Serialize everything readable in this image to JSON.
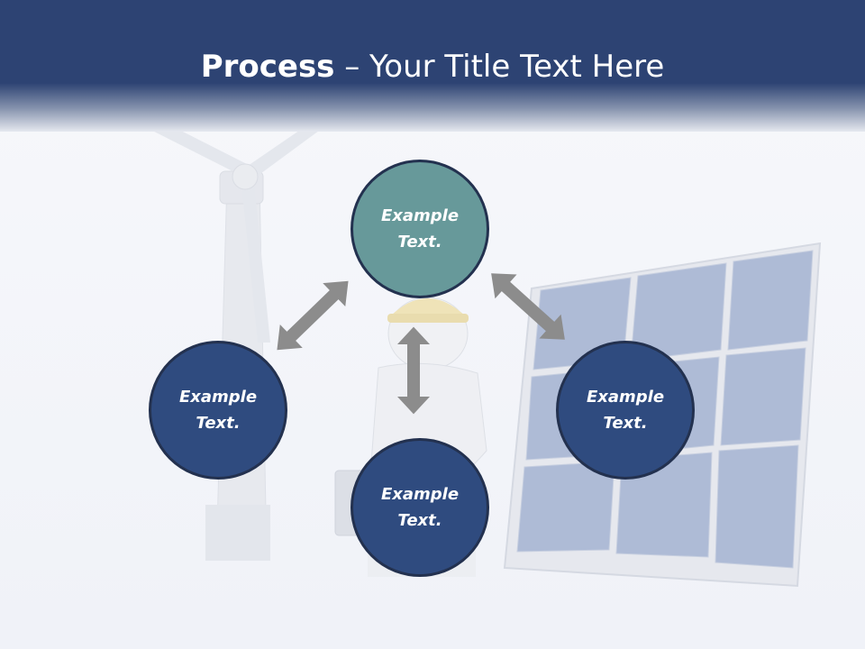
{
  "title": {
    "bold": "Process",
    "rest": " – Your Title Text Here"
  },
  "nodes": {
    "top": {
      "label": "Example Text."
    },
    "left": {
      "label": "Example Text."
    },
    "right": {
      "label": "Example Text."
    },
    "bottom": {
      "label": "Example Text."
    }
  },
  "colors": {
    "header": "#2d4373",
    "node_blue": "#2f4b7f",
    "node_teal": "#67999a",
    "arrow": "#8c8c8c"
  }
}
